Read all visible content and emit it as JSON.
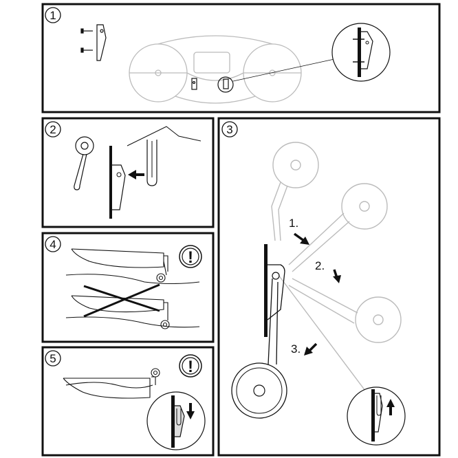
{
  "panels": [
    {
      "number": "1"
    },
    {
      "number": "2"
    },
    {
      "number": "3",
      "steps": [
        "1.",
        "2.",
        "3."
      ]
    },
    {
      "number": "4",
      "warning": "!"
    },
    {
      "number": "5",
      "warning": "!"
    }
  ],
  "colors": {
    "line": "#111111",
    "faded": "#bdbdbd"
  }
}
